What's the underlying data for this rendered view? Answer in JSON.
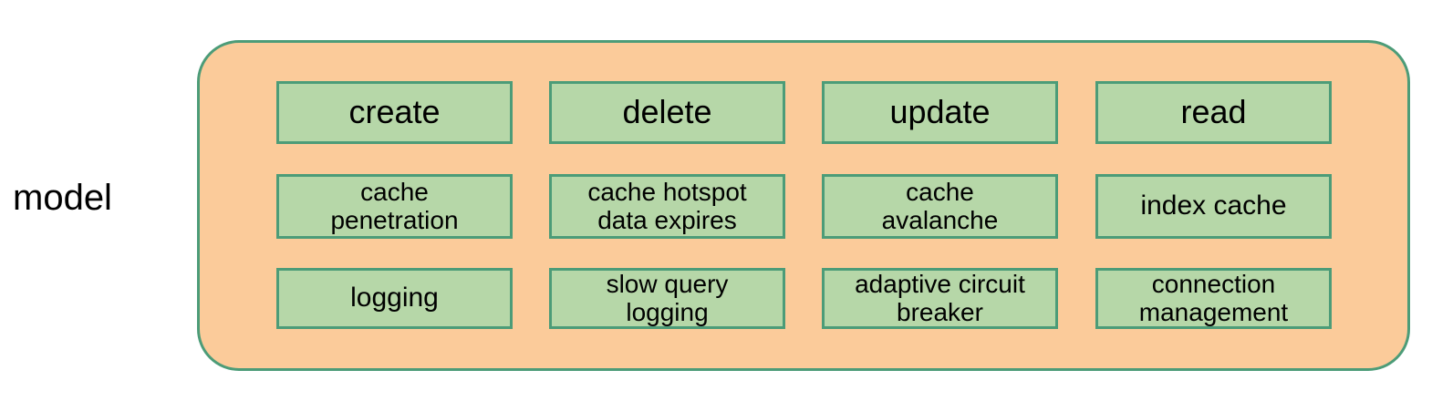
{
  "diagram": {
    "side_label": "model",
    "panel": {
      "name": "model-group-panel",
      "fill_color": "#fbcb9a",
      "border_color": "#4c9c78"
    },
    "node_fill_color": "#b6d7a8",
    "node_border_color": "#4c9c78",
    "rows": [
      {
        "row_name": "operations-row",
        "nodes": [
          {
            "label": "create",
            "size": "lg"
          },
          {
            "label": "delete",
            "size": "lg"
          },
          {
            "label": "update",
            "size": "lg"
          },
          {
            "label": "read",
            "size": "lg"
          }
        ]
      },
      {
        "row_name": "cache-concerns-row",
        "nodes": [
          {
            "label": "cache\npenetration",
            "size": "sm"
          },
          {
            "label": "cache hotspot\ndata expires",
            "size": "sm"
          },
          {
            "label": "cache\navalanche",
            "size": "sm"
          },
          {
            "label": "index cache",
            "size": "md"
          }
        ]
      },
      {
        "row_name": "observability-row",
        "nodes": [
          {
            "label": "logging",
            "size": "md"
          },
          {
            "label": "slow query\nlogging",
            "size": "sm"
          },
          {
            "label": "adaptive circuit\nbreaker",
            "size": "sm"
          },
          {
            "label": "connection\nmanagement",
            "size": "sm"
          }
        ]
      }
    ]
  }
}
